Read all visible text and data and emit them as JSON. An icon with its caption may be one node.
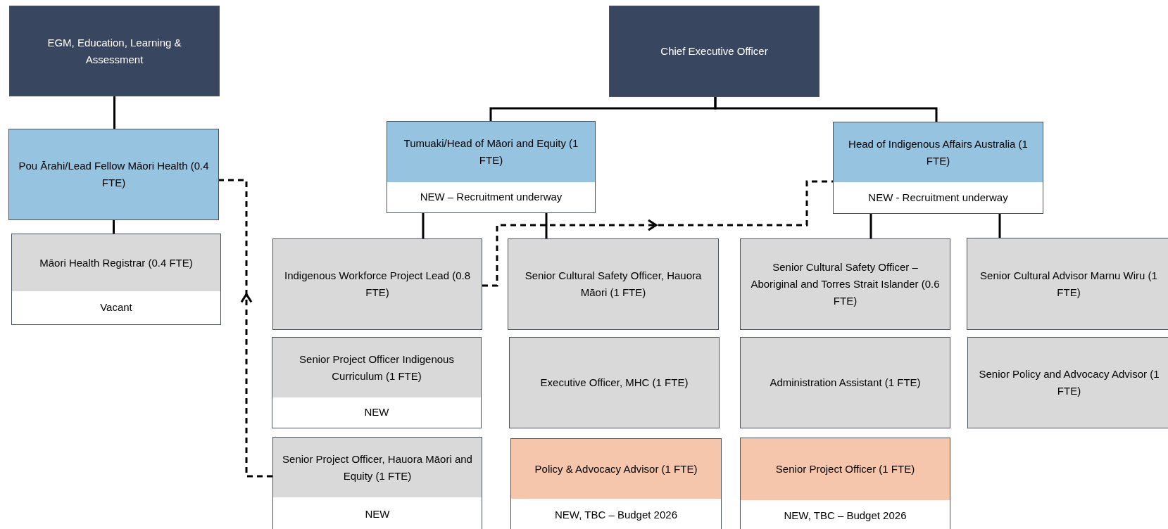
{
  "diagram": {
    "nodes": [
      {
        "text": [
          "EGM, Education, Learning & Assessment"
        ]
      },
      {
        "text": [
          "Chief Executive Officer"
        ]
      },
      {
        "text": [
          "Pou Ārahi/Lead Fellow Māori Health (0.4 FTE)"
        ]
      },
      {
        "text": [
          "Tumuaki/Head of Māori and Equity (1 FTE)",
          "NEW – Recruitment underway"
        ]
      },
      {
        "text": [
          "Head of Indigenous Affairs Australia (1 FTE)",
          "NEW - Recruitment underway"
        ]
      },
      {
        "text": [
          "Māori Health Registrar (0.4 FTE)",
          "Vacant"
        ]
      },
      {
        "text": [
          "Indigenous Workforce Project Lead (0.8 FTE)"
        ]
      },
      {
        "text": [
          "Senior Cultural Safety Officer, Hauora Māori (1 FTE)"
        ]
      },
      {
        "text": [
          "Senior Cultural Safety Officer – Aboriginal and Torres Strait Islander (0.6 FTE)"
        ]
      },
      {
        "text": [
          "Senior Cultural Advisor Marnu Wiru (1 FTE)"
        ]
      },
      {
        "text": [
          "Senior Project Officer Indigenous Curriculum (1 FTE)",
          "NEW"
        ]
      },
      {
        "text": [
          "Executive Officer, MHC (1 FTE)"
        ]
      },
      {
        "text": [
          "Administration Assistant (1 FTE)"
        ]
      },
      {
        "text": [
          "Senior Policy and Advocacy Advisor (1 FTE)"
        ]
      },
      {
        "text": [
          "Senior Project Officer, Hauora Māori and Equity (1 FTE)",
          "NEW"
        ]
      },
      {
        "text": [
          "Policy & Advocacy Advisor (1 FTE)",
          "NEW, TBC – Budget 2026"
        ]
      },
      {
        "text": [
          "Senior Project Officer (1 FTE)",
          "NEW, TBC – Budget 2026"
        ]
      }
    ],
    "edges": [
      {
        "from": 0,
        "to": 2,
        "arrow": "none"
      },
      {
        "from": 2,
        "to": 5,
        "arrow": "none"
      },
      {
        "from": 1,
        "to": 3,
        "arrow": "none"
      },
      {
        "from": 1,
        "to": 4,
        "arrow": "none"
      },
      {
        "from": 3,
        "to": 6,
        "arrow": "none"
      },
      {
        "from": 3,
        "to": 7,
        "arrow": "none"
      },
      {
        "from": 4,
        "to": 8,
        "arrow": "none"
      },
      {
        "from": 4,
        "to": 9,
        "arrow": "none"
      },
      {
        "from": 14,
        "to": 2,
        "arrow": "to",
        "style": "dashed"
      },
      {
        "from": 6,
        "to": 4,
        "arrow": "to",
        "style": "dashed"
      }
    ]
  }
}
